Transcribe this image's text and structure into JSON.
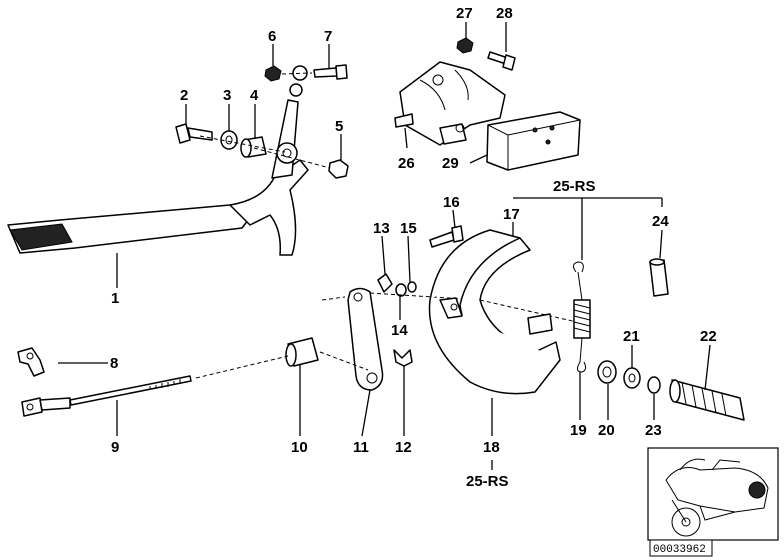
{
  "diagram": {
    "callouts": {
      "c1": "1",
      "c2": "2",
      "c3": "3",
      "c4": "4",
      "c5": "5",
      "c6": "6",
      "c7": "7",
      "c8": "8",
      "c9": "9",
      "c10": "10",
      "c11": "11",
      "c12": "12",
      "c13": "13",
      "c14": "14",
      "c15": "15",
      "c16": "16",
      "c17": "17",
      "c18": "18",
      "c19": "19",
      "c20": "20",
      "c21": "21",
      "c22": "22",
      "c23": "23",
      "c24": "24",
      "c25_top": "25-RS",
      "c25_bottom": "25-RS",
      "c26": "26",
      "c27": "27",
      "c28": "28",
      "c29": "29"
    },
    "image_id": "00033962"
  }
}
